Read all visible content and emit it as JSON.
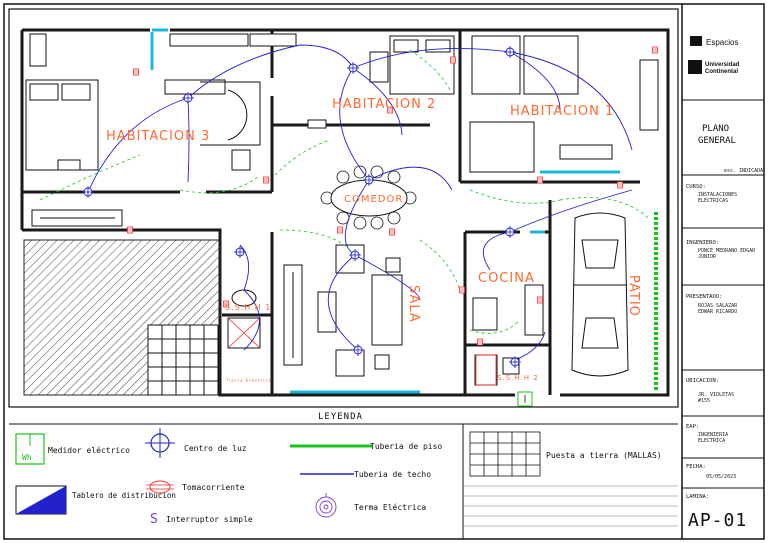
{
  "rooms": {
    "hab3": "HABITACION 3",
    "hab2": "HABITACION 2",
    "hab1": "HABITACION 1",
    "comedor": "COMEDOR",
    "sala": "SALA",
    "cocina": "COCINA",
    "patio": "PATIO",
    "sshh1": "S.S.H.H 1",
    "sshh2": "S.S.H.H 2",
    "small_tag": "Tierra Electrica"
  },
  "legend": {
    "title": "LEYENDA",
    "meter_code": "Wh",
    "meter": "Medidor eléctrico",
    "board": "Tablero de distribucion",
    "light": "Centro de luz",
    "outlet": "Tomacorriente",
    "switch_sym": "S",
    "switch": "Interruptor simple",
    "floor_pipe": "Tuberia de piso",
    "ceiling_pipe": "Tuberia de techo",
    "ground": "Terma Eléctrica",
    "grounding": "Puesta a tierra  (MALLAS)"
  },
  "titleblock": {
    "logo_top": "Espacios",
    "logo_name1": "Universidad",
    "logo_name2": "Continental",
    "plan_title1": "PLANO",
    "plan_title2": "GENERAL",
    "scale": "esc. INDICADA",
    "curso_label": "CURSO:",
    "curso": "INSTALACIONES ELECTRICAS",
    "ing_label": "INGENIERO:",
    "ing": "PONCE MEDRANO EDGAR JUNIOR",
    "pres_label": "PRESENTADO:",
    "pres1": "ROJAS SALAZAR",
    "pres2": "EDWAR RICARDO",
    "ubic_label": "UBICACION:",
    "ubic1": "JR. VIOLETAS",
    "ubic2": "#155",
    "eap_label": "EAP:",
    "eap": "INGENIERIA ELECTRICA",
    "fecha_label": "FECHA:",
    "fecha": "05/05/2023",
    "lamina_label": "LAMINA:",
    "lamina": "AP-01"
  },
  "colors": {
    "wall": "#1a1a1a",
    "room_text": "#ff6a2e",
    "ceiling_pipe": "#2222cc",
    "floor_pipe": "#19c419",
    "window": "#19b8d8",
    "outlet": "#ff2a2a",
    "switch": "#7a3cd6"
  }
}
